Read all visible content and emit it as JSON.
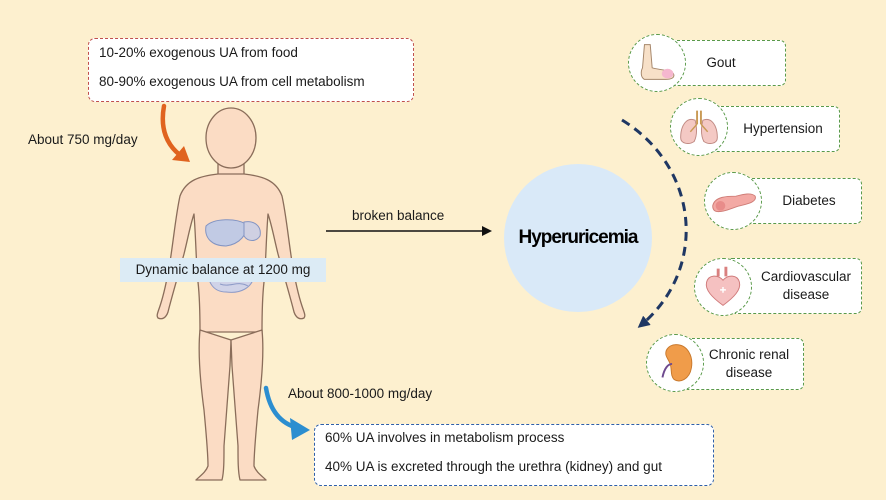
{
  "intake": {
    "line1": "10-20% exogenous UA from food",
    "line2": "80-90% exogenous UA from cell metabolism",
    "rate": "About 750 mg/day"
  },
  "body": {
    "balance": "Dynamic balance at 1200 mg"
  },
  "transition": {
    "label": "broken balance"
  },
  "center": {
    "title": "Hyperuricemia"
  },
  "output": {
    "rate": "About 800-1000 mg/day",
    "line1": "60% UA involves in metabolism process",
    "line2": "40% UA is excreted through the urethra (kidney) and gut"
  },
  "diseases": [
    {
      "name": "Gout",
      "icon": "foot-icon"
    },
    {
      "name": "Hypertension",
      "icon": "lungs-icon"
    },
    {
      "name": "Diabetes",
      "icon": "pancreas-icon"
    },
    {
      "name": "Cardiovascular disease",
      "icon": "heart-icon"
    },
    {
      "name": "Chronic renal disease",
      "icon": "kidney-icon"
    }
  ],
  "colors": {
    "background": "#fdf0cf",
    "intake_arrow": "#e0631f",
    "output_arrow": "#2c8ed0",
    "curve_arrow": "#1f3763",
    "disease_border": "#5a9a4a",
    "body_fill": "#fbdcc4",
    "body_stroke": "#8a6d5a"
  }
}
